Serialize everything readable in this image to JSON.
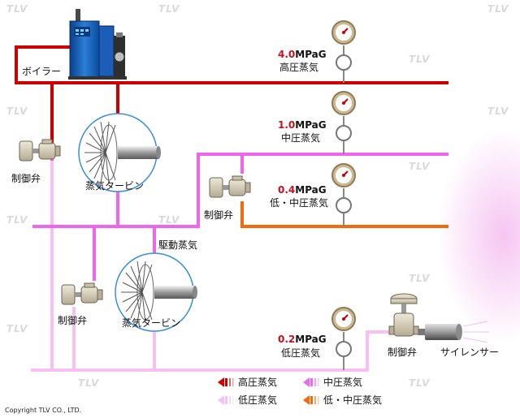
{
  "watermark": "TLV",
  "copyright": "Copyright TLV CO., LTD.",
  "colors": {
    "high_pressure": "#cc0000",
    "medium_pressure": "#ee66ee",
    "low_pressure": "#f8c0f0",
    "low_medium_pressure": "#f26a10",
    "value_text": "#c1121f"
  },
  "labels": {
    "boiler": "ボイラー",
    "turbine_1": "蒸気タービン",
    "turbine_2": "蒸気タービン",
    "drive_steam": "駆動蒸気",
    "valve_1": "制御弁",
    "valve_2": "制御弁",
    "valve_3": "制御弁",
    "valve_4": "制御弁",
    "silencer": "サイレンサー"
  },
  "gauges": [
    {
      "value": "4.0",
      "unit": "MPaG",
      "name": "高圧蒸気"
    },
    {
      "value": "1.0",
      "unit": "MPaG",
      "name": "中圧蒸気"
    },
    {
      "value": "0.4",
      "unit": "MPaG",
      "name": "低・中圧蒸気"
    },
    {
      "value": "0.2",
      "unit": "MPaG",
      "name": "低圧蒸気"
    }
  ],
  "legend": [
    {
      "label": "高圧蒸気",
      "color": "#cc0000"
    },
    {
      "label": "中圧蒸気",
      "color": "#ee66ee"
    },
    {
      "label": "低圧蒸気",
      "color": "#f8c0f0"
    },
    {
      "label": "低・中圧蒸気",
      "color": "#f26a10"
    }
  ]
}
